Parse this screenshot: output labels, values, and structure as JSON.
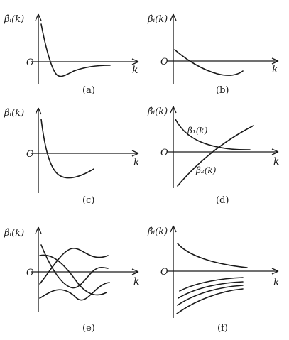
{
  "figure": {
    "panels": [
      {
        "id": "a",
        "caption": "(a)",
        "ylabel": "β̂ᵢ(k)",
        "xlabel": "k",
        "origin": "O"
      },
      {
        "id": "b",
        "caption": "(b)",
        "ylabel": "β̂ᵢ(k)",
        "xlabel": "k",
        "origin": "O"
      },
      {
        "id": "c",
        "caption": "(c)",
        "ylabel": "β̂ᵢ(k)",
        "xlabel": "k",
        "origin": "O"
      },
      {
        "id": "d",
        "caption": "(d)",
        "ylabel": "β̂ᵢ(k)",
        "xlabel": "k",
        "origin": "O",
        "curve_labels": [
          "β₁(k)",
          "β₂(k)"
        ]
      },
      {
        "id": "e",
        "caption": "(e)",
        "ylabel": "β̂ᵢ(k)",
        "xlabel": "k",
        "origin": "O"
      },
      {
        "id": "f",
        "caption": "(f)",
        "ylabel": "β̂ᵢ(k)",
        "xlabel": "k",
        "origin": "O"
      }
    ]
  }
}
